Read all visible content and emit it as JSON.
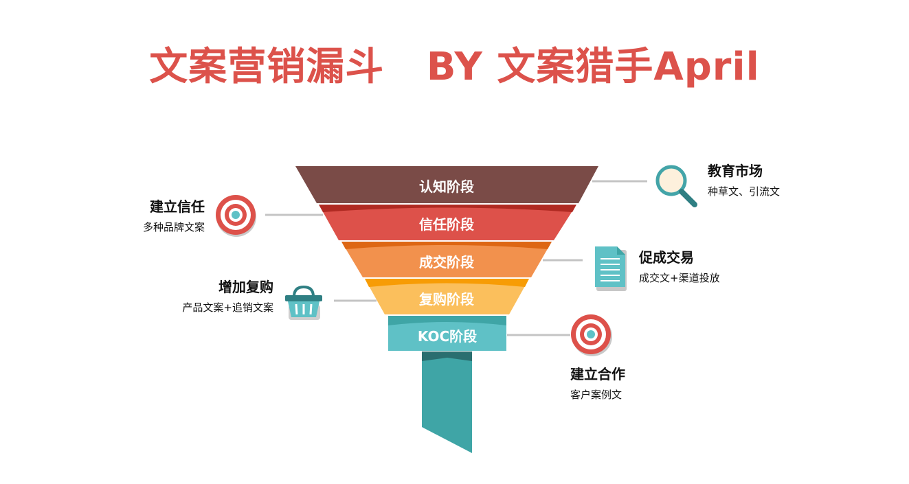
{
  "title": "文案营销漏斗   BY 文案猎手April",
  "stages": [
    {
      "label": "认知阶段",
      "color": "#7a4b47"
    },
    {
      "label": "信任阶段",
      "color": "#dd514a"
    },
    {
      "label": "成交阶段",
      "color": "#f2914d"
    },
    {
      "label": "复购阶段",
      "color": "#fbbf5c"
    },
    {
      "label": "KOC阶段",
      "color": "#5fc1c6"
    }
  ],
  "annotations": {
    "education": {
      "heading": "教育市场",
      "sub": "种草文、引流文",
      "icon": "magnifier-icon"
    },
    "trust": {
      "heading": "建立信任",
      "sub": "多种品牌文案",
      "icon": "target-icon"
    },
    "deal": {
      "heading": "促成交易",
      "sub": "成交文+渠道投放",
      "icon": "document-icon"
    },
    "repurchase": {
      "heading": "增加复购",
      "sub": "产品文案+追销文案",
      "icon": "basket-icon"
    },
    "cooperation": {
      "heading": "建立合作",
      "sub": "客户案例文",
      "icon": "target-icon"
    }
  },
  "colors": {
    "title": "#dc524b",
    "connector": "#c4c4c4",
    "stem": "#3fa5a6",
    "stem_dark": "#2a6e6f"
  }
}
